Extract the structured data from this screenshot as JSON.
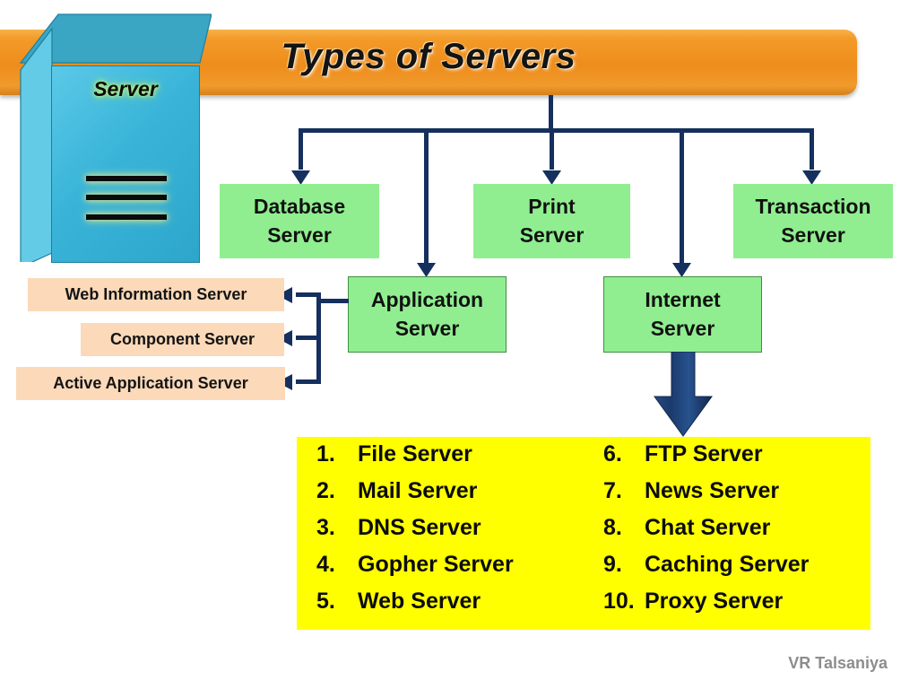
{
  "title": "Types of Servers",
  "server_icon": {
    "label": "Server"
  },
  "tier1": [
    {
      "line1": "Database",
      "line2": "Server"
    },
    {
      "line1": "Application",
      "line2": "Server"
    },
    {
      "line1": "Print",
      "line2": "Server"
    },
    {
      "line1": "Internet",
      "line2": "Server"
    },
    {
      "line1": "Transaction",
      "line2": "Server"
    }
  ],
  "application_children": [
    {
      "label": "Web Information Server"
    },
    {
      "label": "Component Server"
    },
    {
      "label": "Active Application Server"
    }
  ],
  "internet_server_list": {
    "left_column": [
      {
        "num": "1.",
        "label": "File Server"
      },
      {
        "num": "2.",
        "label": "Mail Server"
      },
      {
        "num": "3.",
        "label": "DNS Server"
      },
      {
        "num": "4.",
        "label": "Gopher Server"
      },
      {
        "num": "5.",
        "label": "Web Server"
      }
    ],
    "right_column": [
      {
        "num": "6.",
        "label": "FTP Server"
      },
      {
        "num": "7.",
        "label": "News Server"
      },
      {
        "num": "8.",
        "label": "Chat Server"
      },
      {
        "num": "9.",
        "label": "Caching Server"
      },
      {
        "num": "10.",
        "label": "Proxy Server"
      }
    ]
  },
  "watermark": "VR Talsaniya",
  "colors": {
    "banner_orange": "#ee8d1c",
    "box_green": "#90ee90",
    "box_peach": "#fbd9b9",
    "list_yellow": "#ffff00",
    "connector_navy": "#15305e",
    "server_blue": "#39b4d8"
  }
}
